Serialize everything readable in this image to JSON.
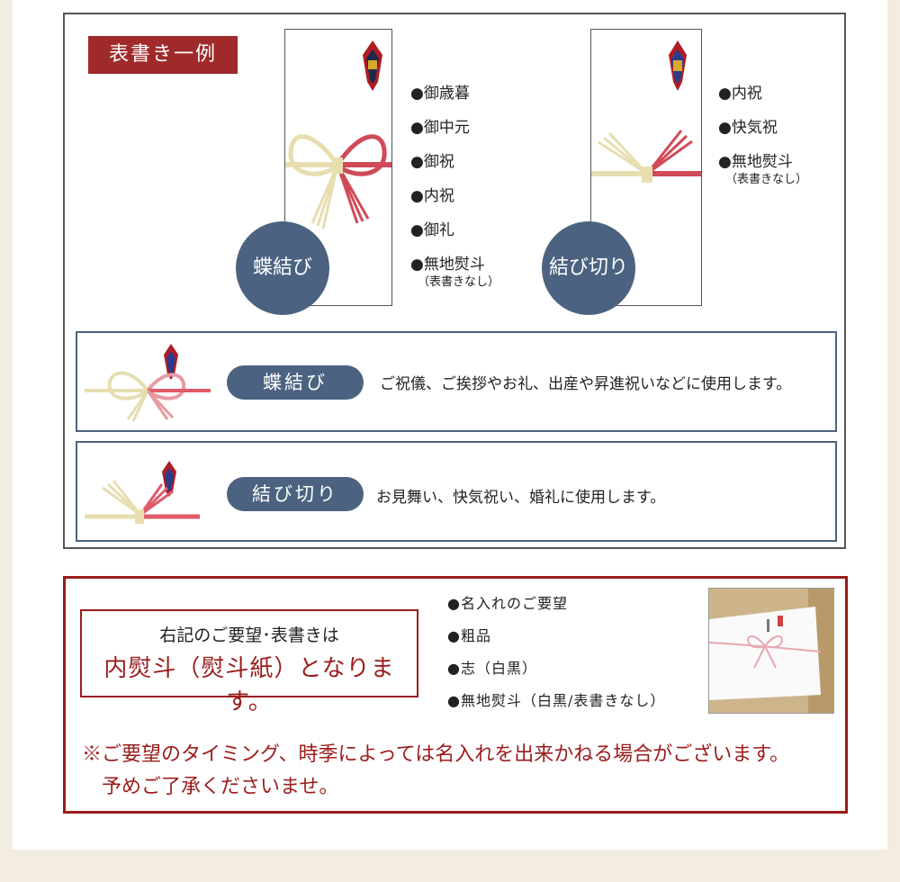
{
  "sample_section": {
    "tag_label": "表書き一例",
    "chou": {
      "label": "蝶結び",
      "items": [
        "●御歳暮",
        "●御中元",
        "●御祝",
        "●内祝",
        "●御礼",
        "●無地熨斗"
      ],
      "note": "（表書きなし）"
    },
    "musubi": {
      "label": "結び切り",
      "items": [
        "●内祝",
        "●快気祝",
        "●無地熨斗"
      ],
      "note": "（表書きなし）"
    }
  },
  "usage_section": {
    "chou": {
      "label": "蝶結び",
      "desc": "ご祝儀、ご挨拶やお礼、出産や昇進祝いなどに使用します。"
    },
    "musubi": {
      "label": "結び切り",
      "desc": "お見舞い、快気祝い、婚礼に使用します。"
    }
  },
  "request_section": {
    "line1": "右記のご要望･表書きは",
    "line2": "内熨斗（熨斗紙）となります。",
    "items": [
      "●名入れのご要望",
      "●粗品",
      "●志（白黒）",
      "●無地熨斗（白黒/表書きなし）"
    ],
    "warning_line1": "※ご要望のタイミング、時季によっては名入れを出来かねる場合がございます。",
    "warning_line2": "予めご了承くださいませ。"
  },
  "colors": {
    "navy": "#4b6380",
    "crimson": "#9b1c1c",
    "tag_red": "#a02a2a"
  }
}
